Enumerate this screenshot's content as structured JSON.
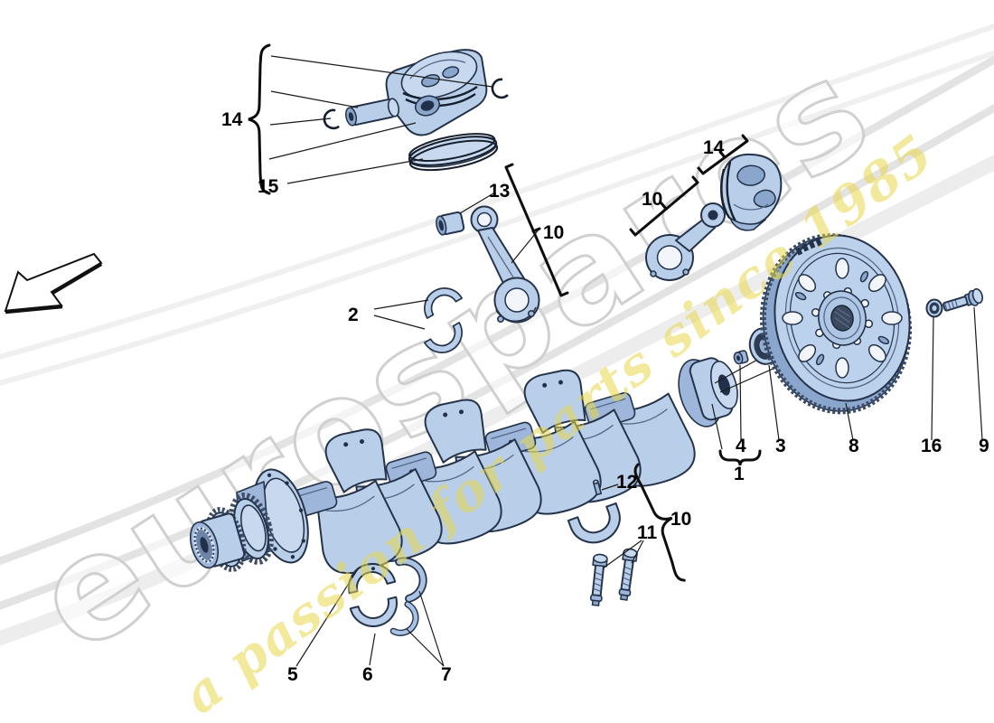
{
  "diagram": {
    "type": "exploded-parts-diagram",
    "subject": "crankshaft - crankcase pistons and connecting rods",
    "background": "#ffffff"
  },
  "watermark": {
    "brand": "eurospares",
    "tagline": "a passion for parts since 1985",
    "brand_outline_color": "#d0d0d0",
    "tagline_color": "#e8d84e"
  },
  "palette": {
    "part_fill": "#b9cfe9",
    "part_mid": "#9db6da",
    "part_shade": "#8aa6cc",
    "part_dark": "#24334a",
    "callout_color": "#111111"
  },
  "callouts": {
    "piston_set_left": "14",
    "piston_rings": "15",
    "small_end_bush": "13",
    "conrod_left_group": "10",
    "conrod_bearings": "2",
    "piston_set_right": "14",
    "conrod_right_group": "10",
    "bearing_cap_pin": "12",
    "bearing_cap_group": "10",
    "bearing_cap_bolts": "11",
    "main_bearing_upper": "5",
    "main_bearing_lower": "6",
    "thrust_washers": "7",
    "crankshaft_assembly": "1",
    "front_spacer": "4",
    "seal_ring": "3",
    "flywheel": "8",
    "washer": "16",
    "flywheel_bolt": "9"
  }
}
